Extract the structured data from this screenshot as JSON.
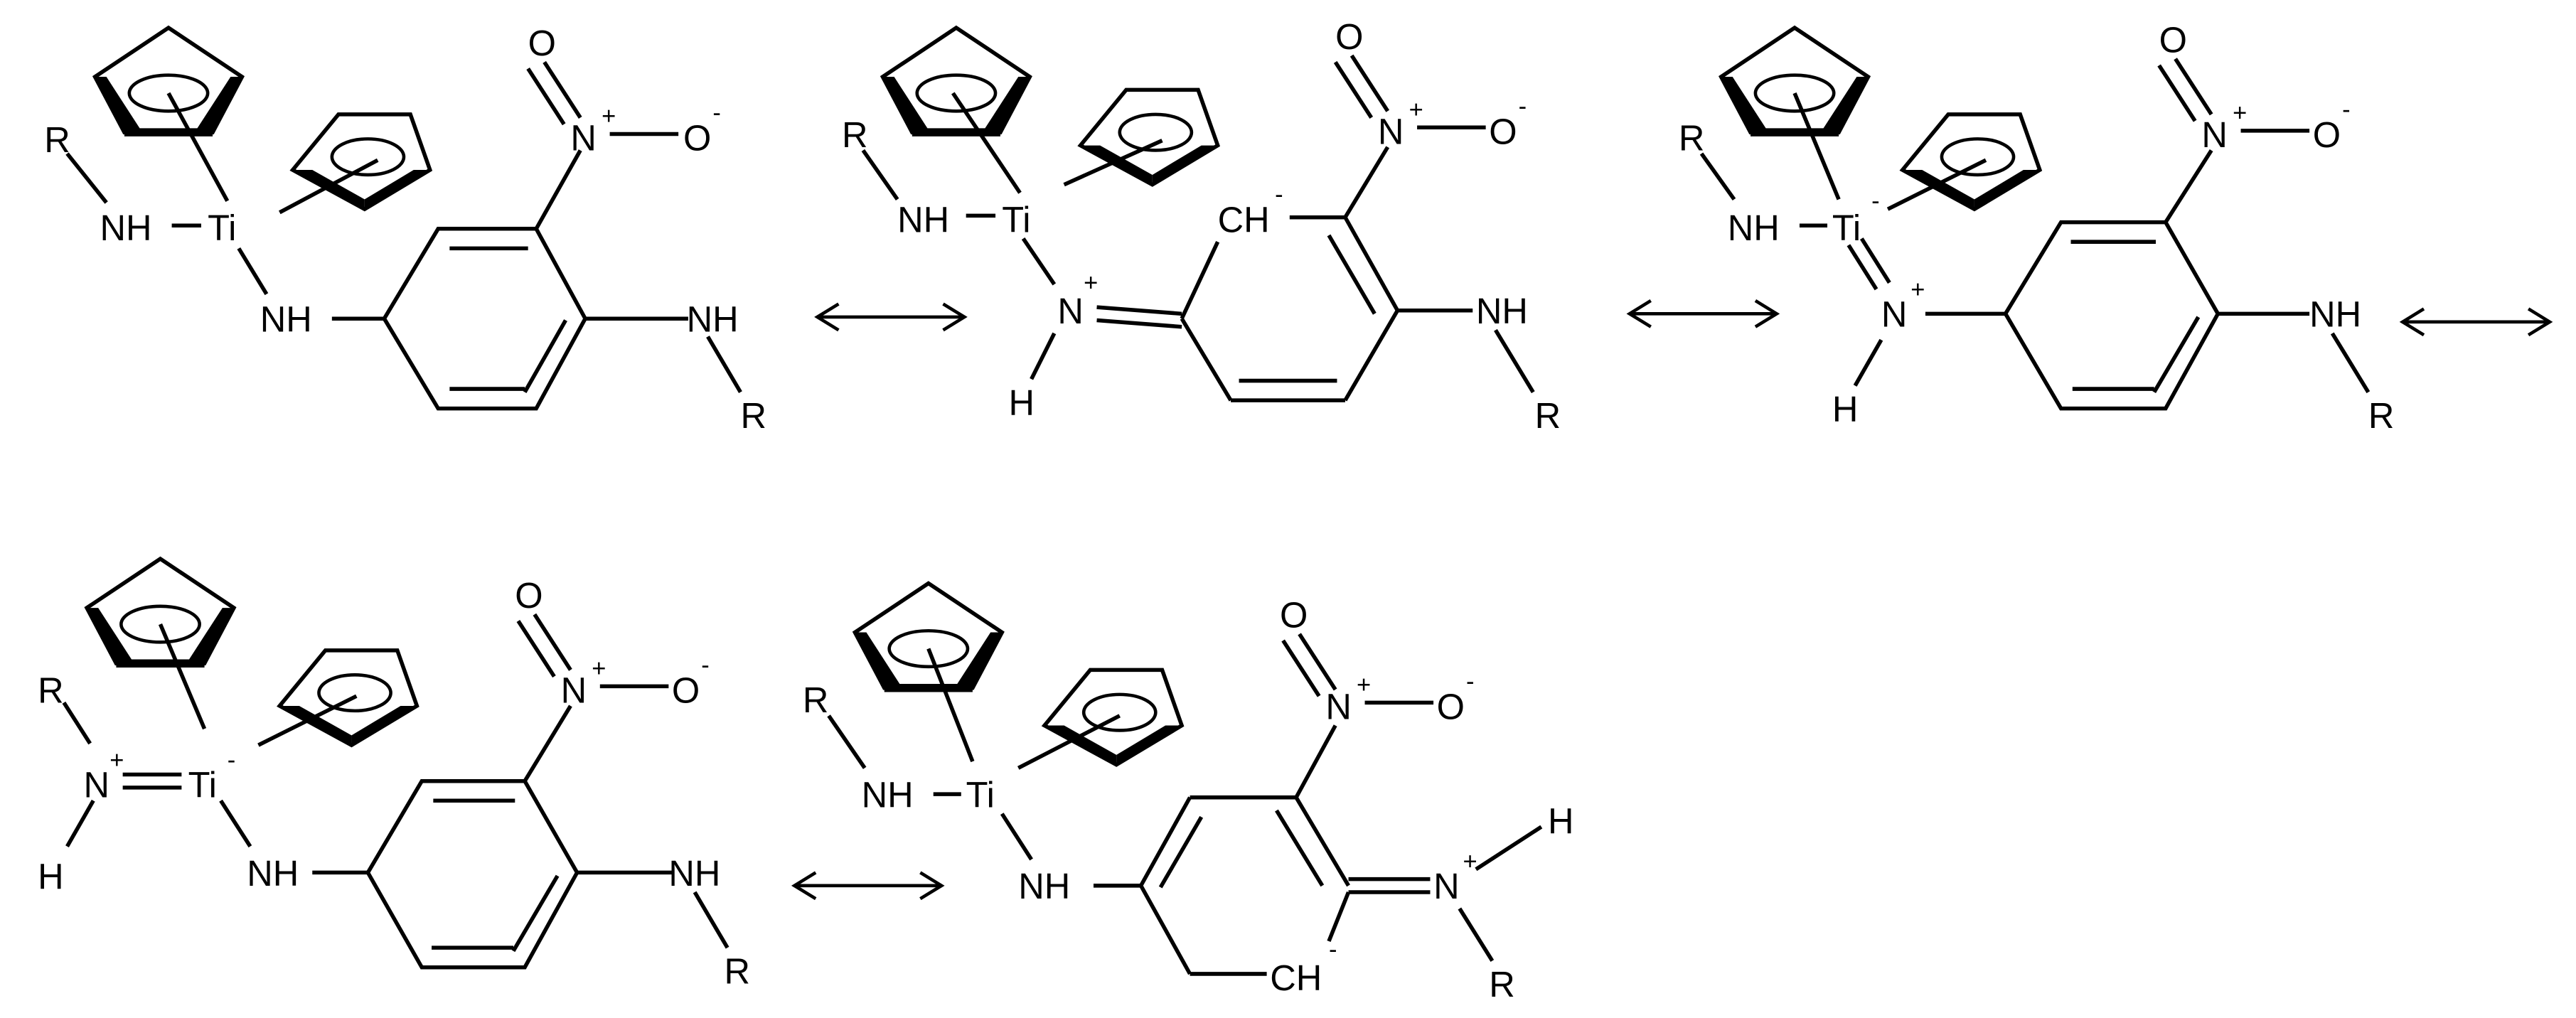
{
  "scheme": {
    "resonance_arrow": "↔",
    "structures": [
      {
        "id": "s1",
        "labels": {
          "r_top": "R",
          "nh_ti": "NH",
          "ti": "Ti",
          "ti_charge": "",
          "nh_link": "NH",
          "n_plus": "",
          "h_low": "",
          "o_top": "O",
          "n_nitro": "N",
          "nitro_plus": "+",
          "o_right": "O",
          "o_minus": "-",
          "nh_right": "NH",
          "r_bottom": "R",
          "carbanion": "",
          "carbanion_minus": "",
          "iminium_h": ""
        }
      },
      {
        "id": "s2",
        "labels": {
          "r_top": "R",
          "nh_ti": "NH",
          "ti": "Ti",
          "n_plus": "N",
          "n_plus_sign": "+",
          "h_low": "H",
          "carbanion": "CH",
          "carbanion_minus": "-",
          "o_top": "O",
          "n_nitro": "N",
          "nitro_plus": "+",
          "o_right": "O",
          "o_minus": "-",
          "nh_right": "NH",
          "r_bottom": "R"
        }
      },
      {
        "id": "s3",
        "labels": {
          "r_top": "R",
          "nh_ti": "NH",
          "ti": "Ti",
          "ti_charge": "-",
          "n_plus": "N",
          "n_plus_sign": "+",
          "h_low": "H",
          "o_top": "O",
          "n_nitro": "N",
          "nitro_plus": "+",
          "o_right": "O",
          "o_minus": "-",
          "nh_right": "NH",
          "r_bottom": "R"
        }
      },
      {
        "id": "s4",
        "labels": {
          "r_top": "R",
          "n_left": "N",
          "n_left_plus": "+",
          "ti": "Ti",
          "ti_charge": "-",
          "h_low": "H",
          "nh_link": "NH",
          "o_top": "O",
          "n_nitro": "N",
          "nitro_plus": "+",
          "o_right": "O",
          "o_minus": "-",
          "nh_right": "NH",
          "r_bottom": "R"
        }
      },
      {
        "id": "s5",
        "labels": {
          "r_top": "R",
          "nh_ti": "NH",
          "ti": "Ti",
          "nh_link": "NH",
          "o_top": "O",
          "n_nitro": "N",
          "nitro_plus": "+",
          "o_right": "O",
          "o_minus": "-",
          "n_iminium": "N",
          "n_iminium_plus": "+",
          "iminium_h": "H",
          "r_bottom": "R",
          "carbanion": "CH",
          "carbanion_minus": "-"
        }
      }
    ]
  }
}
